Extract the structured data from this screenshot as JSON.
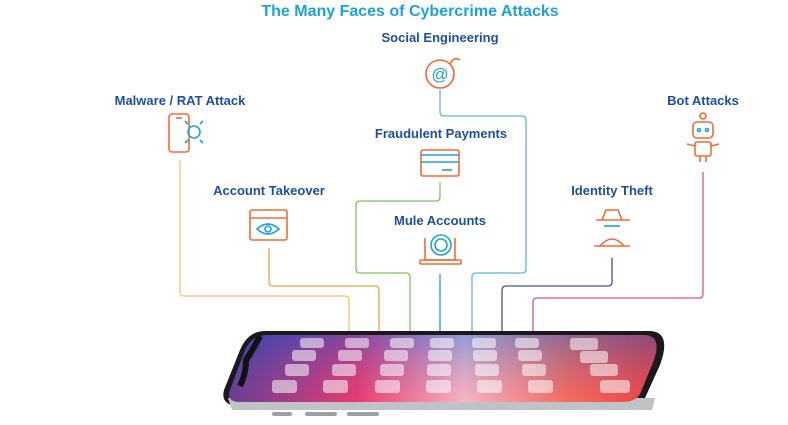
{
  "title": "The Many Faces of Cybercrime Attacks",
  "attacks": [
    {
      "label": "Social Engineering",
      "icon": "at-bomb-icon",
      "line_color": "#5bb8dc"
    },
    {
      "label": "Malware / RAT Attack",
      "icon": "phone-bug-icon",
      "line_color": "#f7c16e"
    },
    {
      "label": "Fraudulent Payments",
      "icon": "credit-card-icon",
      "line_color": "#7cc45a"
    },
    {
      "label": "Bot Attacks",
      "icon": "robot-icon",
      "line_color": "#e0528d"
    },
    {
      "label": "Account Takeover",
      "icon": "browser-eye-icon",
      "line_color": "#f0a04a"
    },
    {
      "label": "Identity Theft",
      "icon": "spy-icon",
      "line_color": "#4a4fa0"
    },
    {
      "label": "Mule Accounts",
      "icon": "laptop-fingerprint-icon",
      "line_color": "#1ca5b8"
    }
  ],
  "colors": {
    "title": "#1ea3d8",
    "label": "#1c4f9e",
    "icon": "#f06a35",
    "icon_accent": "#1ea3d8"
  }
}
